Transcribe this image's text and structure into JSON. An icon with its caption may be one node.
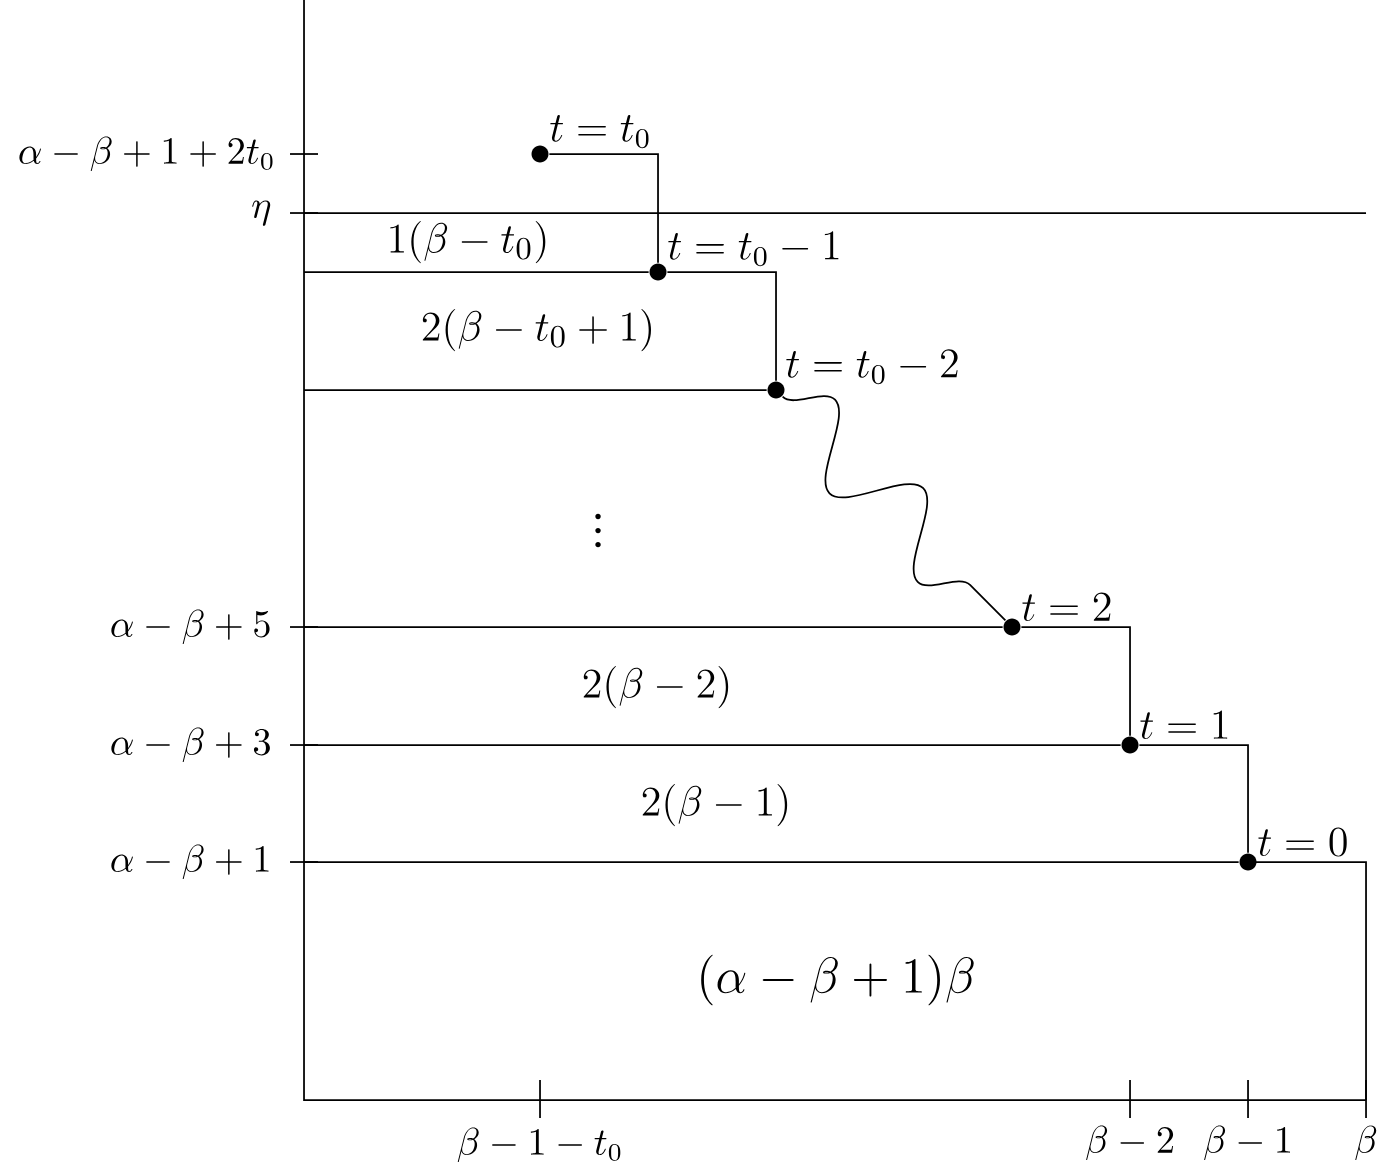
{
  "diagram": {
    "nodes": [
      {
        "text": [],
        "shape": "circle",
        "beside": [
          "t = t_0"
        ]
      },
      {
        "text": [],
        "shape": "circle",
        "beside": [
          "t = t_0 - 1"
        ]
      },
      {
        "text": [],
        "shape": "circle",
        "beside": [
          "t = t_0 - 2"
        ]
      },
      {
        "text": [],
        "shape": "circle",
        "beside": [
          "t = 2"
        ]
      },
      {
        "text": [],
        "shape": "circle",
        "beside": [
          "t = 1"
        ]
      },
      {
        "text": [],
        "shape": "circle",
        "beside": [
          "t = 0"
        ]
      }
    ],
    "edges": [
      {
        "from": 0,
        "to": 1,
        "arrow": "none"
      },
      {
        "from": 1,
        "to": 2,
        "arrow": "none"
      },
      {
        "from": 2,
        "to": 3,
        "arrow": "none"
      },
      {
        "from": 3,
        "to": 4,
        "arrow": "none"
      },
      {
        "from": 4,
        "to": 5,
        "arrow": "none"
      }
    ],
    "labels": [
      "\\alpha - \\beta + 1 + 2t_0",
      "\\eta",
      "1(\\beta - t_0)",
      "2(\\beta - t_0 + 1)",
      "\\vdots",
      "\\alpha - \\beta + 5",
      "2(\\beta - 2)",
      "\\alpha - \\beta + 3",
      "2(\\beta - 1)",
      "\\alpha - \\beta + 1",
      "(\\alpha - \\beta + 1)\\beta",
      "\\beta - 1 - t_0",
      "\\beta - 2",
      "\\beta - 1",
      "\\beta"
    ]
  }
}
